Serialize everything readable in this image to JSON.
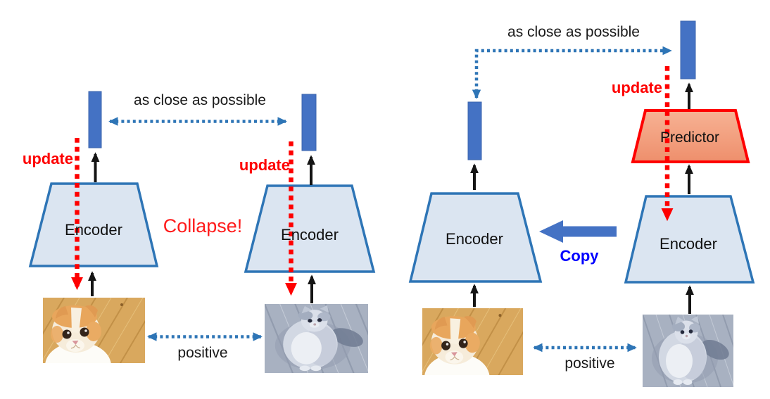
{
  "colors": {
    "embedding_blue": "#4472C4",
    "encoder_fill": "#DBE5F1",
    "encoder_border": "#2E75B6",
    "predictor_fill": "#F2A180",
    "predictor_border": "#FE0000",
    "dotted_arrow_blue": "#2E75B6",
    "update_red": "#FE0000",
    "collapse_red": "#FF1A1A",
    "copy_blue": "#0000FF",
    "arrow_black": "#141414"
  },
  "left_diagram": {
    "similarity_label": "as close as possible",
    "update_label_left": "update",
    "update_label_right": "update",
    "encoder_label_left": "Encoder",
    "encoder_label_right": "Encoder",
    "collapse_label": "Collapse!",
    "positive_label": "positive"
  },
  "right_diagram": {
    "similarity_label": "as close as possible",
    "update_label": "update",
    "predictor_label": "Predictor",
    "encoder_label_left": "Encoder",
    "encoder_label_right": "Encoder",
    "copy_label": "Copy",
    "positive_label": "positive"
  },
  "images": {
    "original_cat": "cream cat on wooden floor",
    "augmented_cat": "blue-grey tinted cat on wooden floor"
  }
}
